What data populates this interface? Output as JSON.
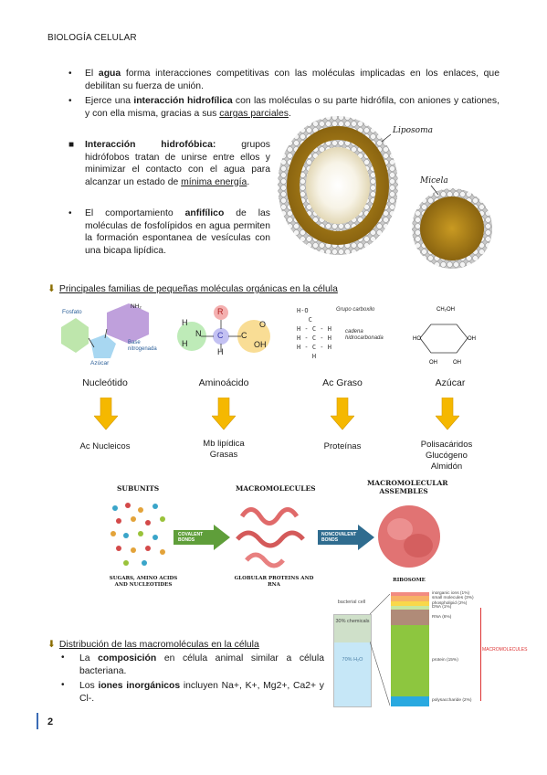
{
  "header": {
    "title": "BIOLOGÍA CELULAR"
  },
  "bullets": [
    {
      "pre": "El ",
      "bold": "agua",
      "post": " forma interacciones competitivas con las moléculas implicadas en los enlaces, que debilitan su fuerza de unión."
    },
    {
      "pre": "Ejerce una ",
      "bold": "interacción hidrofílica",
      "post": " con las moléculas o su parte hidrófila, con aniones y cationes, y con ella misma, gracias a sus ",
      "under": "cargas parciales",
      "end": "."
    },
    {
      "bold": "Interacción hidrofóbica:",
      "post": " grupos hidrófobos tratan de unirse entre ellos y minimizar el contacto con el agua para alcanzar un estado de ",
      "under": "mínima energía",
      "end": "."
    },
    {
      "pre": "El comportamiento ",
      "bold": "anfifílico",
      "post": " de las moléculas de fosfolípidos en agua permiten la formación espontanea de vesículas con una bicapa lipídica."
    }
  ],
  "vesicles": {
    "liposome_label": "Liposoma",
    "micelle_label": "Micela"
  },
  "section1": {
    "title": "Principales familias de pequeñas moléculas orgánicas en la célula"
  },
  "nucleotide_diagram": {
    "phosphate": "Fosfato",
    "base": "Base nitrogenada",
    "sugar": "Azúcar",
    "nh2": "NH₂"
  },
  "amino_diagram": {
    "h1": "H",
    "h2": "H",
    "n": "N",
    "c": "C",
    "r": "R",
    "h3": "H",
    "c2": "C",
    "o": "O",
    "oh": "OH"
  },
  "fatty_diagram": {
    "carboxyl": "Grupo carboxilo",
    "chain": "cadena hidrocarbonada"
  },
  "monomers": [
    {
      "name": "Nucleótido",
      "products": [
        "Ac Nucleicos"
      ]
    },
    {
      "name": "Aminoácido",
      "products": [
        "Mb lipídica",
        "Grasas"
      ]
    },
    {
      "name": "Ac Graso",
      "products": [
        "Proteínas"
      ]
    },
    {
      "name": "Azúcar",
      "products": [
        "Polisacáridos",
        "Glucógeno",
        "Almidón"
      ]
    }
  ],
  "assembly": {
    "subunits": "SUBUNITS",
    "macromolecules": "MACROMOLECULES",
    "assemblies": "MACROMOLECULAR ASSEMBLES",
    "covalent": "COVALENT BONDS",
    "noncovalent": "NONCOVALENT BONDS",
    "sub_caption": "SUGARS, AMINO ACIDS AND NUCLEOTIDES",
    "macro_caption": "GLOBULAR PROTEINS AND RNA",
    "ribosome": "RIBOSOME"
  },
  "composition": {
    "bacterial_cell": "bacterial cell",
    "chemicals": "30% chemicals",
    "water": "70% H₂O",
    "macromolecules": "MACROMOLECULES",
    "segments": [
      {
        "label": "inorganic ions (1%)",
        "color": "#f28b82",
        "fraction": 0.03
      },
      {
        "label": "small molecules (3%)",
        "color": "#f7b267",
        "fraction": 0.05
      },
      {
        "label": "phospholipid (2%)",
        "color": "#f9d84a",
        "fraction": 0.04
      },
      {
        "label": "DNA (1%)",
        "color": "#c7e6a0",
        "fraction": 0.03
      },
      {
        "label": "RNA (6%)",
        "color": "#b08b78",
        "fraction": 0.14
      },
      {
        "label": "protein (15%)",
        "color": "#8dc63f",
        "fraction": 0.62
      },
      {
        "label": "polysaccharide (2%)",
        "color": "#29a9e0",
        "fraction": 0.09
      }
    ]
  },
  "section2": {
    "title": "Distribución de las macromoléculas en la célula"
  },
  "bullets2": [
    {
      "pre": "La ",
      "bold": "composición",
      "post": " en célula animal similar a célula bacteriana."
    },
    {
      "pre": "Los ",
      "bold": "iones inorgánicos",
      "post": " incluyen Na+, K+, Mg2+, Ca2+ y Cl-."
    }
  ],
  "page": {
    "number": "2"
  }
}
